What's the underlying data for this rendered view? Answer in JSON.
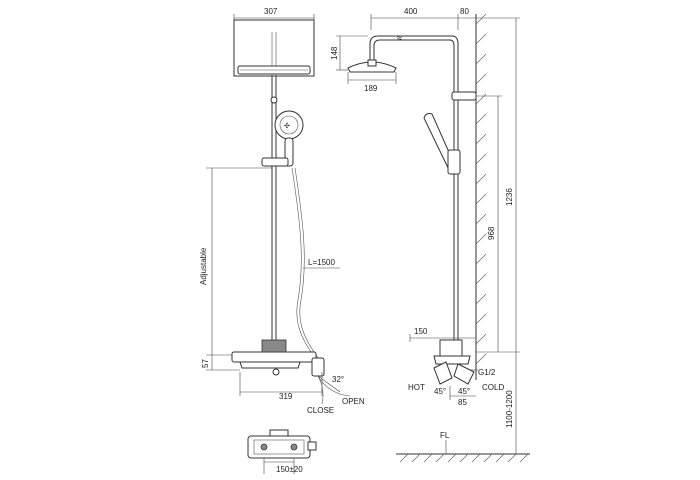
{
  "dimensions": {
    "head_width": "307",
    "arm_length": "400",
    "wall_offset": "80",
    "head_height": "148",
    "head_diameter": "189",
    "total_height": "1236",
    "rail_height": "968",
    "hose_length": "L=1500",
    "valve_depth": "150",
    "mixer_height": "57",
    "inlet_thread": "G1/2",
    "angle_hot": "45°",
    "angle_cold": "45°",
    "spout_depth": "85",
    "floor_to_valve": "1100-1200",
    "mixer_width": "319",
    "open_angle": "32°",
    "inlet_spacing": "150±20"
  },
  "labels": {
    "adjustable": "Adjustable",
    "close": "CLOSE",
    "open": "OPEN",
    "hot": "HOT",
    "cold": "COLD",
    "floor": "FL"
  },
  "icons": {
    "shower_head": "shower-head-icon",
    "hand_shower": "hand-shower-icon",
    "valve": "valve-icon"
  }
}
